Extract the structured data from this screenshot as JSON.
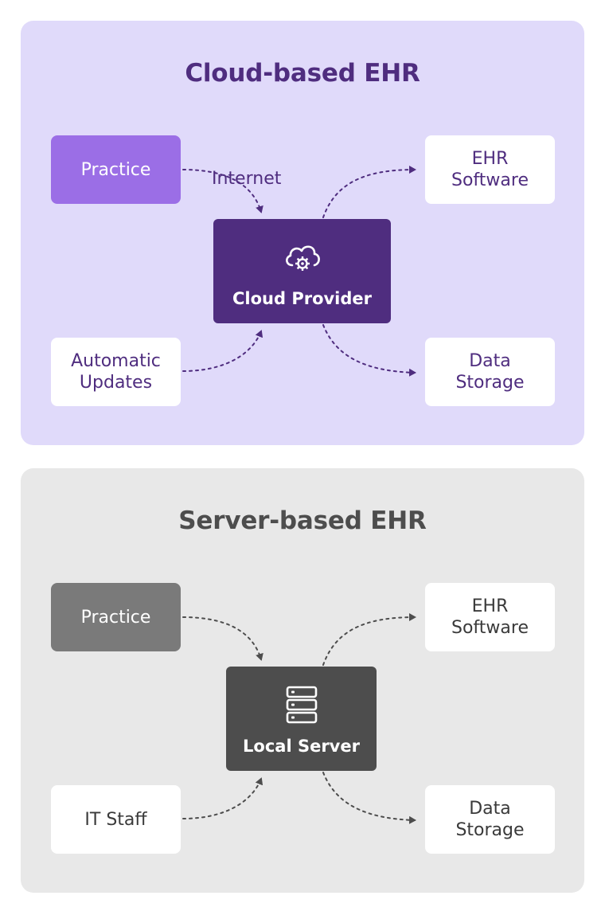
{
  "cloud": {
    "title": "Cloud-based EHR",
    "practice": "Practice",
    "connector_label": "Internet",
    "center_label": "Cloud Provider",
    "center_icon": "cloud-gear-icon",
    "ehr_line1": "EHR",
    "ehr_line2": "Software",
    "updates_line1": "Automatic",
    "updates_line2": "Updates",
    "storage_line1": "Data",
    "storage_line2": "Storage",
    "colors": {
      "panel": "#e0dafa",
      "accent": "#4f2d7f",
      "practice": "#9b6ee6"
    }
  },
  "server": {
    "title": "Server-based EHR",
    "practice": "Practice",
    "center_label": "Local Server",
    "center_icon": "server-stack-icon",
    "ehr_line1": "EHR",
    "ehr_line2": "Software",
    "staff": "IT Staff",
    "storage_line1": "Data",
    "storage_line2": "Storage",
    "colors": {
      "panel": "#e8e8e8",
      "accent": "#4d4d4d",
      "practice": "#7a7a7a"
    }
  }
}
